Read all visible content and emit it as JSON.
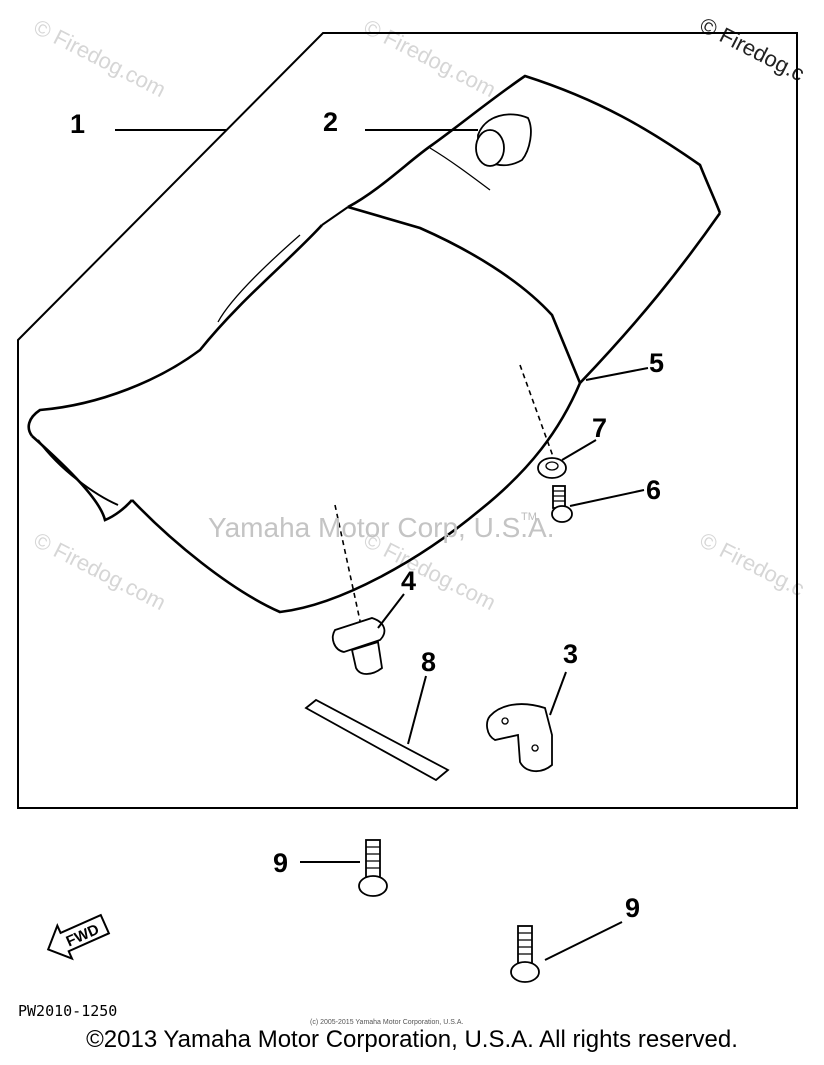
{
  "watermarks": {
    "top_left": "© Firedog.com",
    "top_center": "© Firedog.com",
    "top_right": "© Firedog.c",
    "mid_left": "© Firedog.com",
    "mid_center": "© Firedog.com",
    "mid_right": "© Firedog.c"
  },
  "center_watermark": "Yamaha Motor Corp, U.S.A.",
  "trademark": "TM",
  "callouts": {
    "c1": "1",
    "c2": "2",
    "c3": "3",
    "c4": "4",
    "c5": "5",
    "c6": "6",
    "c7": "7",
    "c8": "8",
    "c9a": "9",
    "c9b": "9"
  },
  "direction_label": "FWD",
  "reference_code": "PW2010-1250",
  "small_copyright": "(c) 2005-2015 Yamaha Motor Corporation, U.S.A.",
  "footer_copyright": "©2013 Yamaha Motor Corporation, U.S.A. All rights reserved."
}
